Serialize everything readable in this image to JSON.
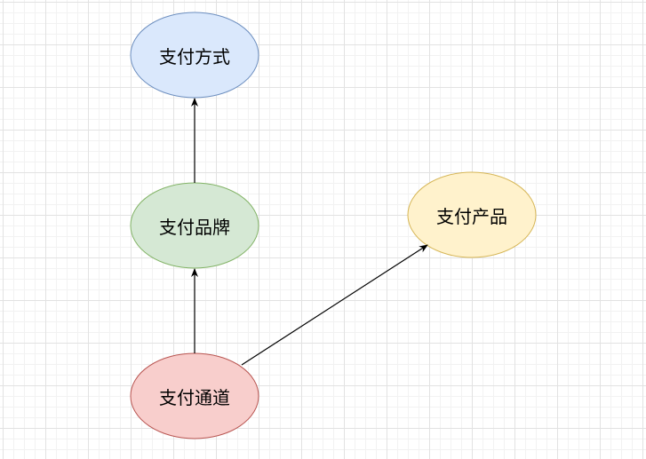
{
  "nodes": {
    "method": {
      "label": "支付方式",
      "fill": "#dae8fc",
      "stroke": "#6c8ebf"
    },
    "brand": {
      "label": "支付品牌",
      "fill": "#d5e8d4",
      "stroke": "#82b366"
    },
    "product": {
      "label": "支付产品",
      "fill": "#fff2cc",
      "stroke": "#d6b656"
    },
    "channel": {
      "label": "支付通道",
      "fill": "#f8cecc",
      "stroke": "#b85450"
    }
  },
  "edges": [
    {
      "from": "channel",
      "to": "brand"
    },
    {
      "from": "brand",
      "to": "method"
    },
    {
      "from": "channel",
      "to": "product"
    }
  ]
}
